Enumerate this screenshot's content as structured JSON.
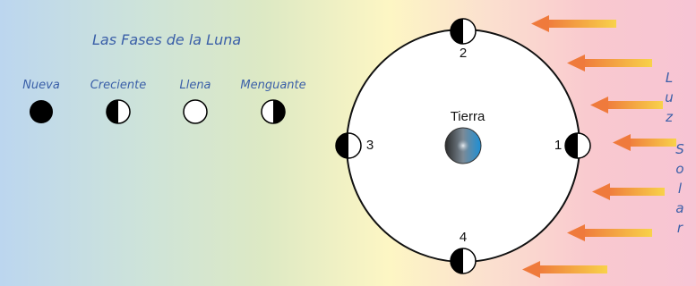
{
  "title": "Las Fases de la Luna",
  "legend": {
    "new": "Nueva",
    "crescent": "Creciente",
    "full": "Llena",
    "waning": "Menguante"
  },
  "earth_label": "Tierra",
  "positions": [
    "1",
    "2",
    "3",
    "4"
  ],
  "sunlight": {
    "word1": "Luz",
    "word2": "Solar"
  },
  "colors": {
    "text_blue": "#3a5fa8",
    "arrow_start": "#ef7a3c",
    "arrow_end": "#f8d24a",
    "earth_blue": "#1c8fd6"
  }
}
